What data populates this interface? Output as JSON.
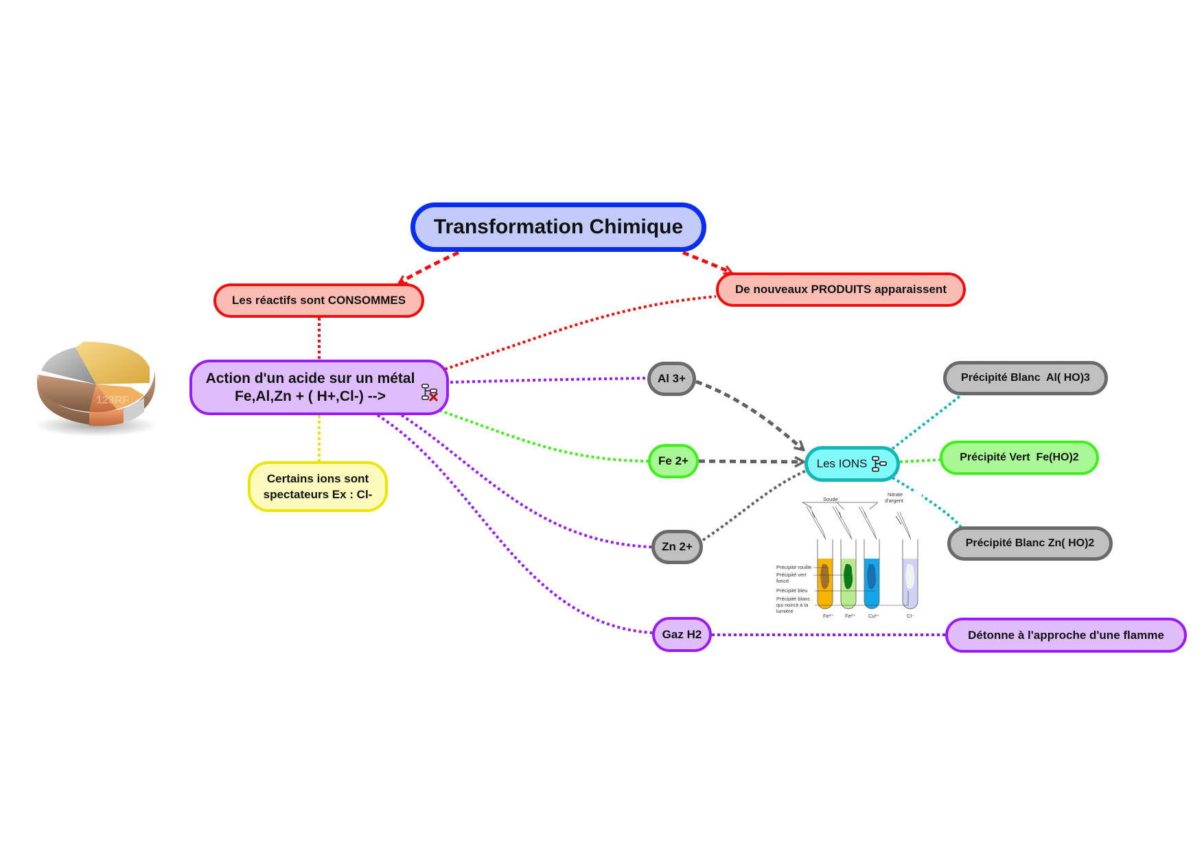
{
  "diagram": {
    "type": "mind-map",
    "root": {
      "label": "Transformation Chimique",
      "color": "#0a2ef0",
      "fill": "#c3cbfb"
    },
    "nodes": {
      "reactifs": {
        "label": "Les réactifs sont CONSOMMES"
      },
      "produits": {
        "label": "De nouveaux PRODUITS apparaissent"
      },
      "action": {
        "line1": "Action d'un acide sur un métal",
        "line2": "Fe,Al,Zn + ( H+,Cl-) -->"
      },
      "certains": {
        "line1": "Certains ions sont",
        "line2": "spectateurs Ex : Cl-"
      },
      "al3": {
        "label": "Al 3+"
      },
      "fe2": {
        "label": "Fe 2+"
      },
      "zn2": {
        "label": "Zn 2+"
      },
      "gaz": {
        "label": "Gaz H2"
      },
      "ions": {
        "label": "Les IONS"
      },
      "blanc_al": {
        "label": "Précipité Blanc  Al( HO)3"
      },
      "vert_fe": {
        "label": "Précipité Vert  Fe(HO)2"
      },
      "blanc_zn": {
        "label": "Précipité Blanc Zn( HO)2"
      },
      "detonne": {
        "label": "Détonne à l'approche d'une flamme"
      }
    },
    "edges": [
      {
        "from": "root",
        "to": "reactifs",
        "style": "dashed-arrow",
        "color": "#f20e0e"
      },
      {
        "from": "root",
        "to": "produits",
        "style": "dashed-arrow",
        "color": "#f20e0e"
      },
      {
        "from": "reactifs",
        "to": "action",
        "style": "dotted",
        "color": "#f20e0e"
      },
      {
        "from": "action",
        "to": "produits",
        "style": "dotted",
        "color": "#f20e0e"
      },
      {
        "from": "action",
        "to": "certains",
        "style": "dotted",
        "color": "#ece600"
      },
      {
        "from": "action",
        "to": "al3",
        "style": "dotted",
        "color": "#9b1bf5"
      },
      {
        "from": "action",
        "to": "fe2",
        "style": "dotted",
        "color": "#3ef01a"
      },
      {
        "from": "action",
        "to": "zn2",
        "style": "dotted",
        "color": "#9b1bf5"
      },
      {
        "from": "action",
        "to": "gaz",
        "style": "dotted",
        "color": "#9b1bf5"
      },
      {
        "from": "al3",
        "to": "ions",
        "style": "dashed-arrow",
        "color": "#606060"
      },
      {
        "from": "fe2",
        "to": "ions",
        "style": "dashed-arrow",
        "color": "#606060"
      },
      {
        "from": "zn2",
        "to": "ions",
        "style": "dotted",
        "color": "#606060"
      },
      {
        "from": "ions",
        "to": "blanc_al",
        "style": "dotted",
        "color": "#16b6b6"
      },
      {
        "from": "ions",
        "to": "vert_fe",
        "style": "dotted",
        "color": "#3ef01a"
      },
      {
        "from": "ions",
        "to": "blanc_zn",
        "style": "dotted",
        "color": "#16b6b6"
      },
      {
        "from": "gaz",
        "to": "detonne",
        "style": "dotted",
        "color": "#9b1bf5"
      }
    ],
    "icons": {
      "action": "map-link-remove-icon",
      "ions": "map-link-icon",
      "logo": "3d-pie-chart-icon"
    },
    "tube_image": {
      "reagent_soude": "Soude",
      "reagent_nitrate_1": "Nitrate",
      "reagent_nitrate_2": "d'argent",
      "labels": [
        "Précipité rouille",
        "Précipité vert",
        "foncé",
        "Précipité bleu",
        "Précipité blanc",
        "qui noircit à la",
        "lumière"
      ],
      "ions": [
        "Fe³⁺",
        "Fe²⁺",
        "Cu²⁺",
        "Cl⁻"
      ],
      "tube_colors": [
        "#f7b500",
        "#b9ea8e",
        "#15a6ea",
        "#cfd2f2"
      ],
      "precipitate_colors": [
        "#a0702a",
        "#0c7a1c",
        "#1a6fb0",
        "#f2f2f2"
      ]
    },
    "watermark": "123RF"
  }
}
